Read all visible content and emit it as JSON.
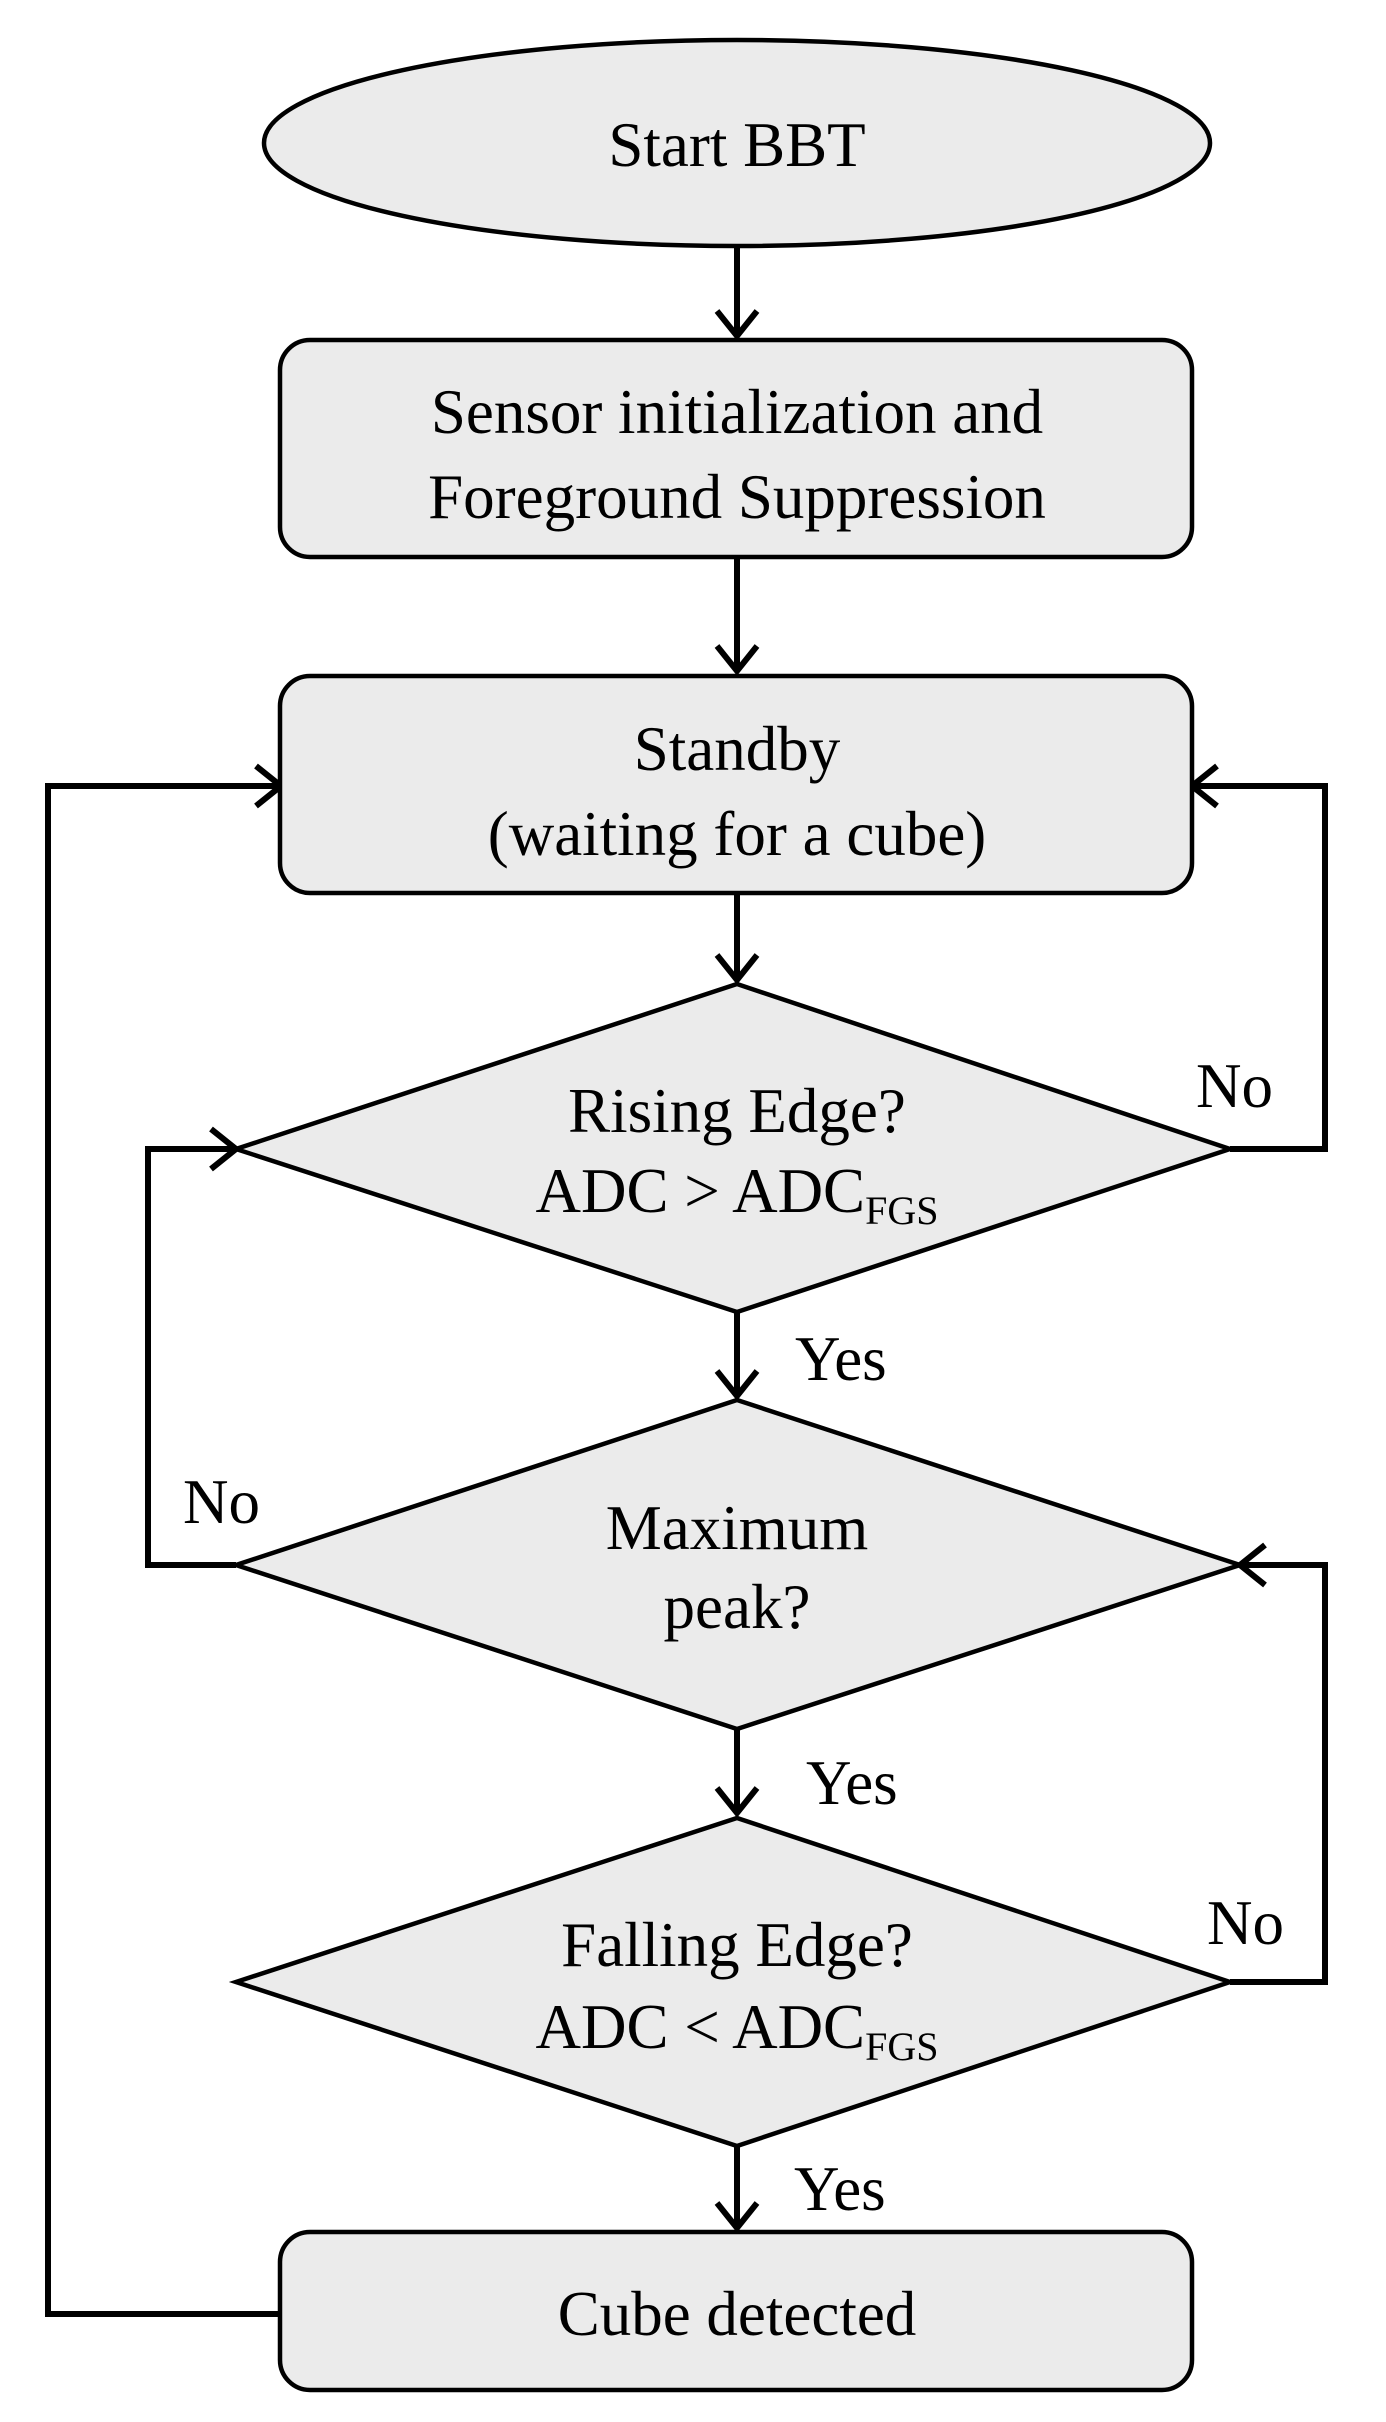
{
  "nodes": {
    "start": {
      "text": "Start BBT"
    },
    "init": {
      "line1": "Sensor initialization and",
      "line2": "Foreground Suppression"
    },
    "standby": {
      "line1": "Standby",
      "line2": "(waiting for a cube)"
    },
    "rising": {
      "line1": "Rising Edge?",
      "line2_main": "ADC > ADC",
      "line2_sub": "FGS"
    },
    "maxpeak": {
      "line1": "Maximum",
      "line2": "peak?"
    },
    "falling": {
      "line1": "Falling Edge?",
      "line2_main": "ADC < ADC",
      "line2_sub": "FGS"
    },
    "detected": {
      "text": "Cube detected"
    }
  },
  "edge_labels": {
    "rising_yes": "Yes",
    "rising_no": "No",
    "maxpeak_yes": "Yes",
    "maxpeak_no": "No",
    "falling_yes": "Yes",
    "falling_no": "No"
  },
  "colors": {
    "node_fill": "#ebebeb",
    "stroke": "#000000"
  }
}
